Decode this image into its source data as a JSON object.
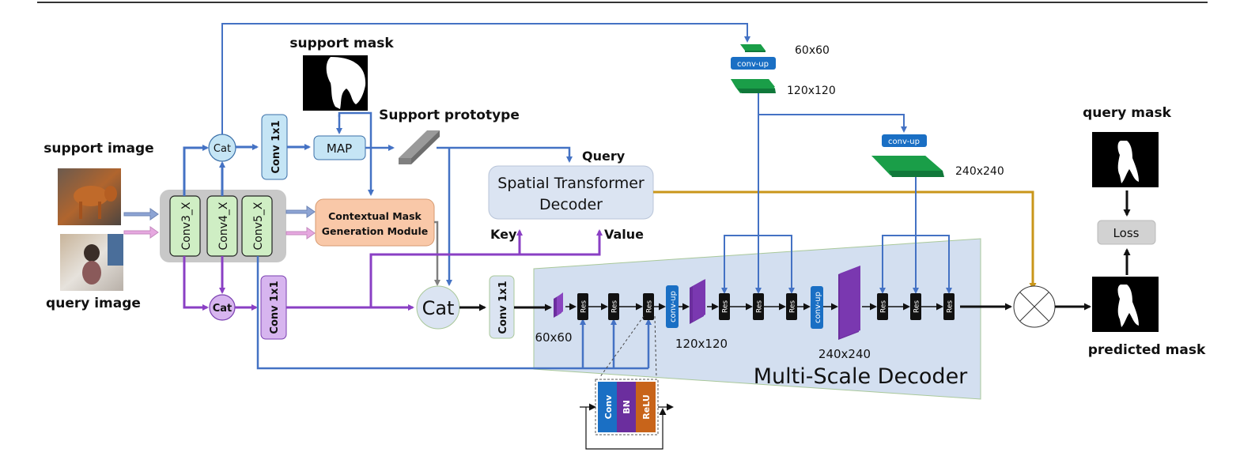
{
  "title": "Few-shot segmentation architecture with Spatial Transformer Decoder and Multi-Scale Decoder",
  "inputs": {
    "support_image_label": "support image",
    "query_image_label": "query image",
    "support_mask_label": "support mask"
  },
  "backbone": {
    "blocks": [
      "Conv3_X",
      "Conv4_X",
      "Conv5_X"
    ]
  },
  "support_branch": {
    "cat_label": "Cat",
    "conv_label": "Conv 1x1",
    "map_label": "MAP",
    "prototype_label": "Support prototype"
  },
  "query_branch": {
    "cat_label": "Cat",
    "conv_label": "Conv 1x1"
  },
  "cmgm": {
    "line1": "Contextual Mask",
    "line2": "Generation Module"
  },
  "transformer": {
    "line1": "Spatial Transformer",
    "line2": "Decoder",
    "query_label": "Query",
    "key_label": "Key",
    "value_label": "Value"
  },
  "fusion": {
    "cat_label": "Cat",
    "conv_label": "Conv 1x1"
  },
  "upsample_branch": {
    "conv_up_label": "conv-up",
    "sizes": [
      "60x60",
      "120x120",
      "240x240"
    ]
  },
  "decoder": {
    "title": "Multi-Scale Decoder",
    "res_label": "Res",
    "conv_up_label": "conv-up",
    "scale_labels": [
      "60x60",
      "120x120",
      "240x240"
    ]
  },
  "res_block_detail": {
    "layers": [
      "Conv",
      "BN",
      "ReLU"
    ]
  },
  "outputs": {
    "query_mask_label": "query mask",
    "loss_label": "Loss",
    "predicted_mask_label": "predicted mask"
  },
  "colors": {
    "blue_arrow": "#4472c4",
    "purple_arrow": "#8a3fc4",
    "gold_arrow": "#c9961a",
    "backbone_gray": "#c8c8c8",
    "conv_green": "#cfeec4",
    "light_blue": "#c5e5f5",
    "cmgm_orange": "#f9c8a8",
    "transformer_bg": "#dbe4f2",
    "decoder_bg": "#d3dff0",
    "res_black": "#111111",
    "conv_up_blue": "#1a6fc4",
    "green_feature": "#1a9e48",
    "purple_feature": "#6b2e9e"
  }
}
